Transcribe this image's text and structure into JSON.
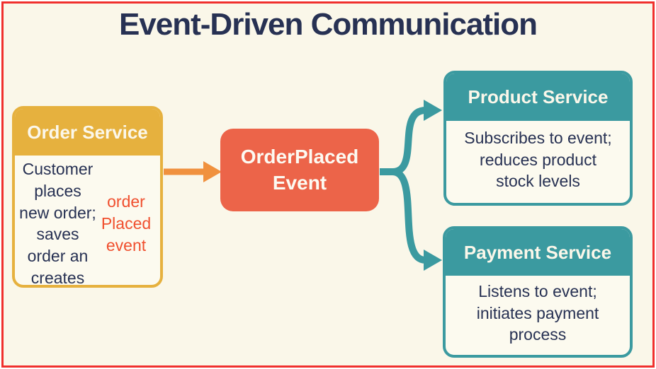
{
  "title": "Event-Driven Communication",
  "colors": {
    "background": "#FAF7E9",
    "frame_border": "#F0302D",
    "navy_text": "#273153",
    "gold": "#E6B13E",
    "coral": "#EC6449",
    "orange_arrow": "#F0913E",
    "orange_highlight_text": "#F04F2E",
    "teal": "#3B9AA0",
    "card_body_background": "#FCFAEF",
    "header_text": "#FBF7EA"
  },
  "icons": {
    "order_to_event_arrow": "right-arrow",
    "event_to_product_arrow": "curved-right-arrow",
    "event_to_payment_arrow": "curved-right-arrow"
  },
  "nodes": {
    "order_service": {
      "title": "Order Service",
      "body_main": "Customer places\nnew order;\nsaves order an\ncreates ",
      "body_highlight": "order\nPlaced event"
    },
    "event": {
      "title": "OrderPlaced\nEvent"
    },
    "product_service": {
      "title": "Product Service",
      "body": "Subscribes to event;\nreduces product\nstock levels"
    },
    "payment_service": {
      "title": "Payment Service",
      "body": "Listens to event;\ninitiates payment\nprocess"
    }
  }
}
